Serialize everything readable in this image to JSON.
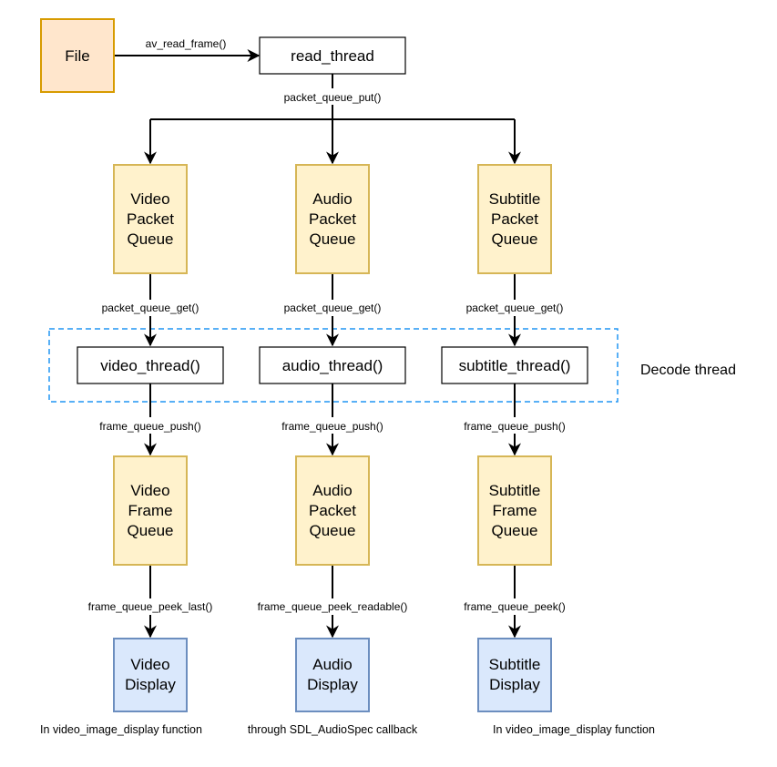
{
  "colors": {
    "file_fill": "#ffe6cc",
    "file_stroke": "#d79b00",
    "queue_fill": "#fff2cc",
    "queue_stroke": "#d6b656",
    "display_fill": "#dae8fc",
    "display_stroke": "#6c8ebf",
    "thread_fill": "#ffffff",
    "thread_stroke": "#000000",
    "group_stroke": "#2196f3",
    "edge": "#000000"
  },
  "nodes": {
    "file": "File",
    "read_thread": "read_thread",
    "video_packet_queue": [
      "Video",
      "Packet",
      "Queue"
    ],
    "audio_packet_queue": [
      "Audio",
      "Packet",
      "Queue"
    ],
    "subtitle_packet_queue": [
      "Subtitle",
      "Packet",
      "Queue"
    ],
    "video_thread": "video_thread()",
    "audio_thread": "audio_thread()",
    "subtitle_thread": "subtitle_thread()",
    "video_frame_queue": [
      "Video",
      "Frame",
      "Queue"
    ],
    "audio_frame_queue": [
      "Audio",
      "Packet",
      "Queue"
    ],
    "subtitle_frame_queue": [
      "Subtitle",
      "Frame",
      "Queue"
    ],
    "video_display": [
      "Video",
      "Display"
    ],
    "audio_display": [
      "Audio",
      "Display"
    ],
    "subtitle_display": [
      "Subtitle",
      "Display"
    ]
  },
  "edges": {
    "file_to_read": "av_read_frame()",
    "read_to_queues": "packet_queue_put()",
    "video_get": "packet_queue_get()",
    "audio_get": "packet_queue_get()",
    "subtitle_get": "packet_queue_get()",
    "video_push": "frame_queue_push()",
    "audio_push": "frame_queue_push()",
    "subtitle_push": "frame_queue_push()",
    "video_peek": "frame_queue_peek_last()",
    "audio_peek": "frame_queue_peek_readable()",
    "subtitle_peek": "frame_queue_peek()"
  },
  "group_label": "Decode thread",
  "notes": {
    "video": "In video_image_display function",
    "audio": "through SDL_AudioSpec callback",
    "subtitle": "In video_image_display function"
  }
}
